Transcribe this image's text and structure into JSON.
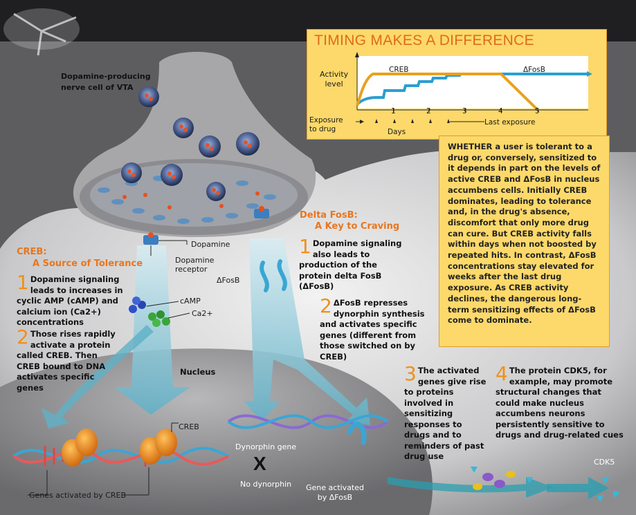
{
  "neuron_label": "Dopamine-producing\nnerve cell of VTA",
  "timing": {
    "title": "TIMING MAKES A DIFFERENCE",
    "y_label": "Activity\nlevel",
    "series_creb": "CREB",
    "series_fosb": "ΔFosB",
    "ticks": [
      "1",
      "2",
      "3",
      "4",
      "5"
    ],
    "exposure_label": "Exposure\nto drug",
    "days_label": "Days",
    "last_exposure_label": "Last exposure",
    "colors": {
      "creb": "#e8a11e",
      "fosb": "#2a9fd0"
    }
  },
  "callout_text": "WHETHER a user is tolerant to a drug or, conversely, sensitized to it depends in part on the levels of active CREB and ΔFosB in nucleus accumbens cells. Initially CREB dominates, leading to tolerance and, in the drug's absence, discomfort that only more drug can cure.  But CREB activity falls within days when not boosted by repeated hits. In contrast, ΔFosB concentrations stay elevated for weeks after the last drug exposure. As CREB activity declines, the dangerous long-term sensitizing effects of ΔFosB come to dominate.",
  "creb_section": {
    "title": "CREB:",
    "subtitle": "A Source of Tolerance",
    "step1_num": "1",
    "step1": "Dopamine signaling leads to increases in cyclic AMP (cAMP) and calcium ion (Ca2+) concentrations",
    "step2_num": "2",
    "step2": "Those rises rapidly activate a protein called CREB. Then CREB bound to DNA activates specific genes"
  },
  "fosb_section": {
    "title": "Delta FosB:",
    "subtitle": "A Key to Craving",
    "step1_num": "1",
    "step1": "Dopamine signaling also leads to production of the protein delta FosB (ΔFosB)",
    "step2_num": "2",
    "step2": "ΔFosB represses dynorphin synthesis and activates specific genes (different from those switched on by CREB)"
  },
  "step3_num": "3",
  "step3": "The activated genes give rise to proteins involved in sensitizing responses to drugs and to reminders of past drug use",
  "step4_num": "4",
  "step4": "The protein CDK5, for example, may promote structural changes that could make nucleus accumbens neurons persistently sensitive to drugs and drug-related cues",
  "labels": {
    "dopamine": "Dopamine",
    "dopamine_receptor": "Dopamine\nreceptor",
    "camp": "cAMP",
    "ca": "Ca2+",
    "delta_fosb": "ΔFosB",
    "nucleus": "Nucleus",
    "creb": "CREB",
    "dynorphin_gene": "Dynorphin gene",
    "x_mark": "X",
    "no_dynorphin": "No dynorphin",
    "gene_activated": "Gene activated\nby ΔFosB",
    "genes_creb": "Genes activated by CREB",
    "cdk5": "CDK5"
  }
}
